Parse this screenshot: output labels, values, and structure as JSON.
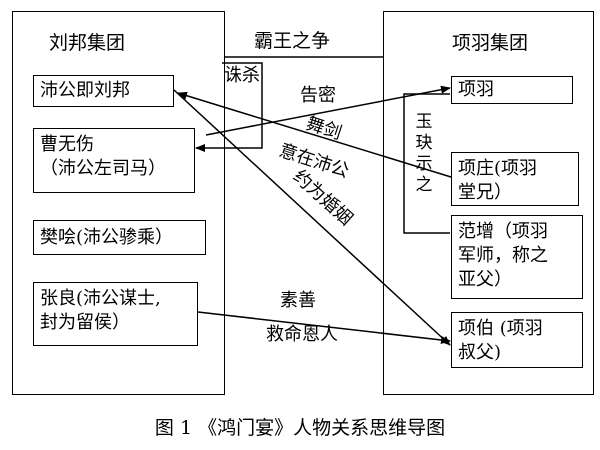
{
  "groups": {
    "liu": {
      "title": "刘邦集团"
    },
    "xiang": {
      "title": "项羽集团"
    },
    "center_title": "霸王之争"
  },
  "nodes": {
    "liubang": "沛公即刘邦",
    "caowushang": [
      "曹无伤",
      "（沛公左司马）"
    ],
    "fankuai": "樊哙(沛公骖乘）",
    "zhangliang": [
      "张良(沛公谋士,",
      "封为留侯）"
    ],
    "xiangyu": "项羽",
    "xiangzhuang": [
      "项庄(项羽",
      "堂兄）"
    ],
    "fanzeng": [
      "范增（项羽",
      "军师，称之",
      "亚父）"
    ],
    "xiangbo": [
      "项伯 (项羽",
      "叔父)"
    ]
  },
  "relations": {
    "zhusha": "诛杀",
    "gaomi": "告密",
    "wujian": "舞剑",
    "yizai": "意在沛公",
    "yuewei": "约为婚姻",
    "yujue": "玉玦示之",
    "sushan": "素善",
    "jiuming": "救命恩人"
  },
  "caption": "图 1  《鸿门宴》人物关系思维导图"
}
